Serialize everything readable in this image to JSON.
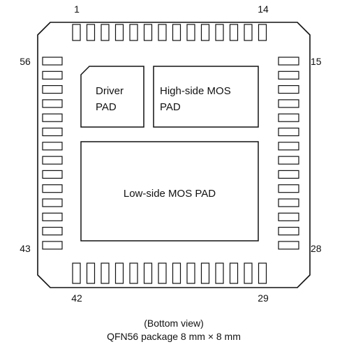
{
  "colors": {
    "stroke": "#111111",
    "background": "#ffffff"
  },
  "pin_labels": {
    "top_left": "1",
    "top_right": "14",
    "right_top": "15",
    "right_bottom": "28",
    "bottom_right": "29",
    "bottom_left": "42",
    "left_bottom": "43",
    "left_top": "56"
  },
  "pads": {
    "driver": {
      "line1": "Driver",
      "line2": "PAD"
    },
    "high_side": {
      "line1": "High-side MOS",
      "line2": "PAD"
    },
    "low_side": {
      "label": "Low-side MOS PAD"
    }
  },
  "caption": {
    "line1": "(Bottom view)",
    "line2": "QFN56 package 8 mm × 8 mm"
  }
}
